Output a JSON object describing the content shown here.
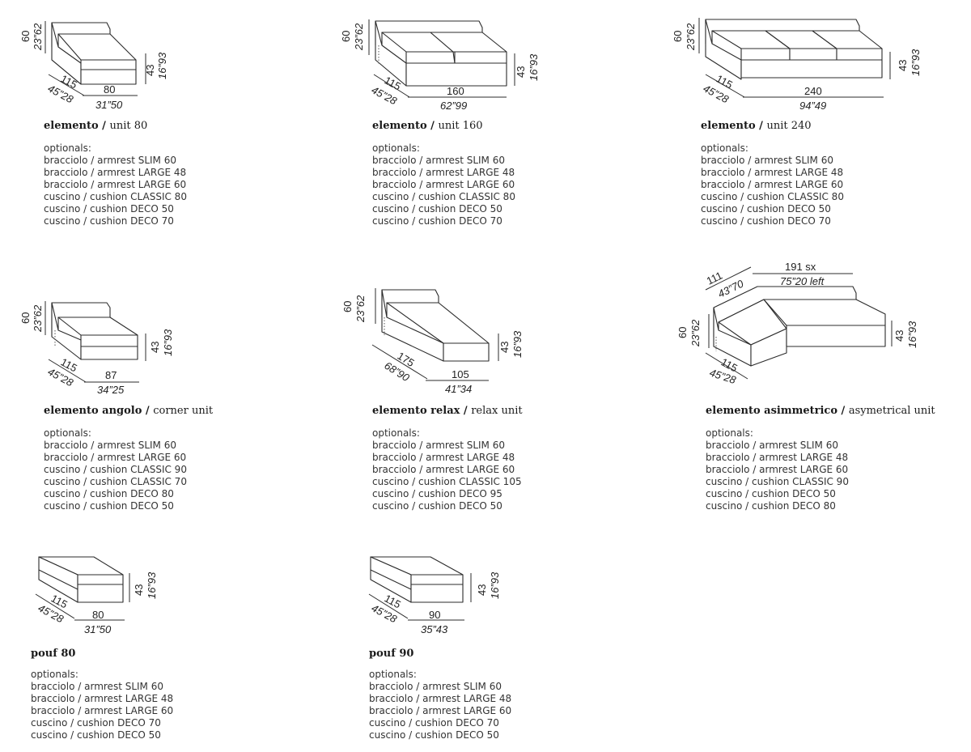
{
  "units": [
    {
      "id": "unit80",
      "name_it": "elemento",
      "name_en": "unit 80",
      "dims": {
        "height_cm": "60",
        "height_in": "23”62",
        "seat_cm": "43",
        "seat_in": "16”93",
        "depth_cm": "115",
        "depth_in": "45”28",
        "width_cm": "80",
        "width_in": "31”50"
      },
      "optionals_label": "optionals:",
      "optionals": [
        "bracciolo / armrest SLIM 60",
        "bracciolo / armrest LARGE 48",
        "bracciolo / armrest LARGE 60",
        "cuscino / cushion CLASSIC 80",
        "cuscino / cushion DECO 50",
        "cuscino / cushion DECO 70"
      ]
    },
    {
      "id": "unit160",
      "name_it": "elemento",
      "name_en": "unit 160",
      "dims": {
        "height_cm": "60",
        "height_in": "23”62",
        "seat_cm": "43",
        "seat_in": "16”93",
        "depth_cm": "115",
        "depth_in": "45”28",
        "width_cm": "160",
        "width_in": "62”99"
      },
      "optionals_label": "optionals:",
      "optionals": [
        "bracciolo / armrest SLIM 60",
        "bracciolo / armrest LARGE 48",
        "bracciolo / armrest LARGE 60",
        "cuscino / cushion CLASSIC 80",
        "cuscino / cushion DECO 50",
        "cuscino / cushion DECO 70"
      ]
    },
    {
      "id": "unit240",
      "name_it": "elemento",
      "name_en": "unit 240",
      "dims": {
        "height_cm": "60",
        "height_in": "23”62",
        "seat_cm": "43",
        "seat_in": "16”93",
        "depth_cm": "115",
        "depth_in": "45”28",
        "width_cm": "240",
        "width_in": "94”49"
      },
      "optionals_label": "optionals:",
      "optionals": [
        "bracciolo / armrest SLIM 60",
        "bracciolo / armrest LARGE 48",
        "bracciolo / armrest LARGE 60",
        "cuscino / cushion CLASSIC 80",
        "cuscino / cushion DECO 50",
        "cuscino / cushion DECO 70"
      ]
    },
    {
      "id": "corner",
      "name_it": "elemento angolo",
      "name_en": "corner unit",
      "dims": {
        "height_cm": "60",
        "height_in": "23”62",
        "seat_cm": "43",
        "seat_in": "16”93",
        "depth_cm": "115",
        "depth_in": "45”28",
        "width_cm": "87",
        "width_in": "34”25"
      },
      "optionals_label": "optionals:",
      "optionals": [
        "bracciolo / armrest SLIM 60",
        "bracciolo / armrest LARGE 60",
        "cuscino / cushion CLASSIC 90",
        "cuscino / cushion CLASSIC 70",
        "cuscino / cushion DECO 80",
        "cuscino / cushion DECO 50"
      ]
    },
    {
      "id": "relax",
      "name_it": "elemento relax",
      "name_en": "relax unit",
      "dims": {
        "height_cm": "60",
        "height_in": "23”62",
        "seat_cm": "43",
        "seat_in": "16”93",
        "depth_cm": "175",
        "depth_in": "68”90",
        "width_cm": "105",
        "width_in": "41”34"
      },
      "optionals_label": "optionals:",
      "optionals": [
        "bracciolo / armrest SLIM 60",
        "bracciolo / armrest LARGE 48",
        "bracciolo / armrest LARGE 60",
        "cuscino / cushion CLASSIC 105",
        "cuscino / cushion DECO 95",
        "cuscino / cushion DECO 50"
      ]
    },
    {
      "id": "asym",
      "name_it": "elemento asimmetrico",
      "name_en": "asymetrical unit",
      "dims": {
        "height_cm": "60",
        "height_in": "23”62",
        "seat_cm": "43",
        "seat_in": "16”93",
        "depth_cm": "115",
        "depth_in": "45”28",
        "back_cm": "111",
        "back_in": "43”70",
        "width_cm": "191 sx",
        "width_in": "75”20 left"
      },
      "optionals_label": "optionals:",
      "optionals": [
        "bracciolo / armrest SLIM 60",
        "bracciolo / armrest LARGE 48",
        "bracciolo / armrest LARGE 60",
        "cuscino / cushion CLASSIC 90",
        "cuscino / cushion DECO 50",
        "cuscino / cushion DECO 80"
      ]
    },
    {
      "id": "pouf80",
      "name_it": "pouf 80",
      "name_en": "",
      "dims": {
        "seat_cm": "43",
        "seat_in": "16”93",
        "depth_cm": "115",
        "depth_in": "45”28",
        "width_cm": "80",
        "width_in": "31”50"
      },
      "optionals_label": "optionals:",
      "optionals": [
        "bracciolo / armrest SLIM 60",
        "bracciolo / armrest LARGE 48",
        "bracciolo / armrest LARGE 60",
        "cuscino / cushion DECO 70",
        "cuscino / cushion DECO 50"
      ]
    },
    {
      "id": "pouf90",
      "name_it": "pouf 90",
      "name_en": "",
      "dims": {
        "seat_cm": "43",
        "seat_in": "16”93",
        "depth_cm": "115",
        "depth_in": "45”28",
        "width_cm": "90",
        "width_in": "35”43"
      },
      "optionals_label": "optionals:",
      "optionals": [
        "bracciolo / armrest SLIM 60",
        "bracciolo / armrest LARGE 48",
        "bracciolo / armrest LARGE 60",
        "cuscino / cushion DECO 70",
        "cuscino / cushion DECO 50"
      ]
    }
  ]
}
